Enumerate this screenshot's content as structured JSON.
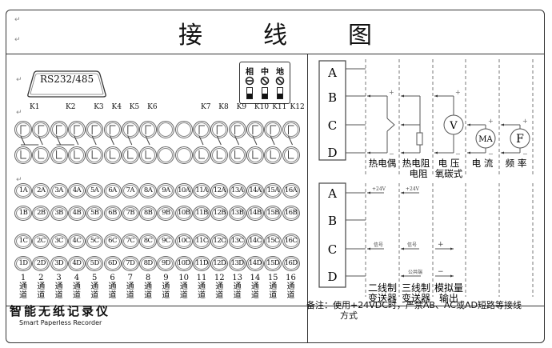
{
  "title": [
    "接",
    "线",
    "图"
  ],
  "connector": {
    "label": "RS232/485"
  },
  "dip_switch": {
    "labels": [
      "相",
      "中",
      "地"
    ],
    "symbols": [
      "minus-circle",
      "slash-circle",
      "slash-circle"
    ]
  },
  "relays": {
    "labels": [
      "K1",
      "K2",
      "K3",
      "K4",
      "K5",
      "K6",
      "K7",
      "K8",
      "K9",
      "K10",
      "K11",
      "K12"
    ]
  },
  "terminals": {
    "rowA": [
      "1A",
      "2A",
      "3A",
      "4A",
      "5A",
      "6A",
      "7A",
      "8A",
      "9A",
      "10A",
      "11A",
      "12A",
      "13A",
      "14A",
      "15A",
      "16A"
    ],
    "rowB": [
      "1B",
      "2B",
      "3B",
      "4B",
      "5B",
      "6B",
      "7B",
      "8B",
      "9B",
      "10B",
      "11B",
      "12B",
      "13B",
      "14B",
      "15B",
      "16B"
    ],
    "rowC": [
      "1C",
      "2C",
      "3C",
      "4C",
      "5C",
      "6C",
      "7C",
      "8C",
      "9C",
      "10C",
      "11C",
      "12C",
      "13C",
      "14C",
      "15C",
      "16C"
    ],
    "rowD": [
      "1D",
      "2D",
      "3D",
      "4D",
      "5D",
      "6D",
      "7D",
      "8D",
      "9D",
      "10D",
      "11D",
      "12D",
      "13D",
      "14D",
      "15D",
      "16D"
    ]
  },
  "channels": {
    "numbers": [
      "1",
      "2",
      "3",
      "4",
      "5",
      "6",
      "7",
      "8",
      "9",
      "10",
      "11",
      "12",
      "13",
      "14",
      "15",
      "16"
    ],
    "word1": "通",
    "word2": "道"
  },
  "diagram_top": {
    "pins": [
      "A",
      "B",
      "C",
      "D"
    ],
    "columns": [
      {
        "line1": "热电偶",
        "line2": ""
      },
      {
        "line1": "热电阻",
        "line2": "电阻"
      },
      {
        "line1": "电 压",
        "line2": "氧碳式"
      },
      {
        "line1": "电 流",
        "line2": ""
      },
      {
        "line1": "频 率",
        "line2": ""
      }
    ],
    "meters": {
      "voltage": "V",
      "current": "MA",
      "frequency": "F"
    },
    "plus": "+",
    "minus": "−"
  },
  "diagram_bottom": {
    "pins": [
      "A",
      "B",
      "C",
      "D"
    ],
    "columns": [
      {
        "line1": "二线制",
        "line2": "变送器"
      },
      {
        "line1": "三线制",
        "line2": "变送器"
      },
      {
        "line1": "模拟量",
        "line2": "输出"
      }
    ],
    "annotations": {
      "v24": "+24V",
      "signal": "信号",
      "common": "公共端",
      "plus": "+",
      "minus": "−"
    }
  },
  "footer": {
    "name": "智能无纸记录仪",
    "subtitle": "Smart Paperless Recorder",
    "note_line1": "备注：使用+24VDC时，严禁AB、AC或AD短路等接线",
    "note_line2": "方式"
  }
}
